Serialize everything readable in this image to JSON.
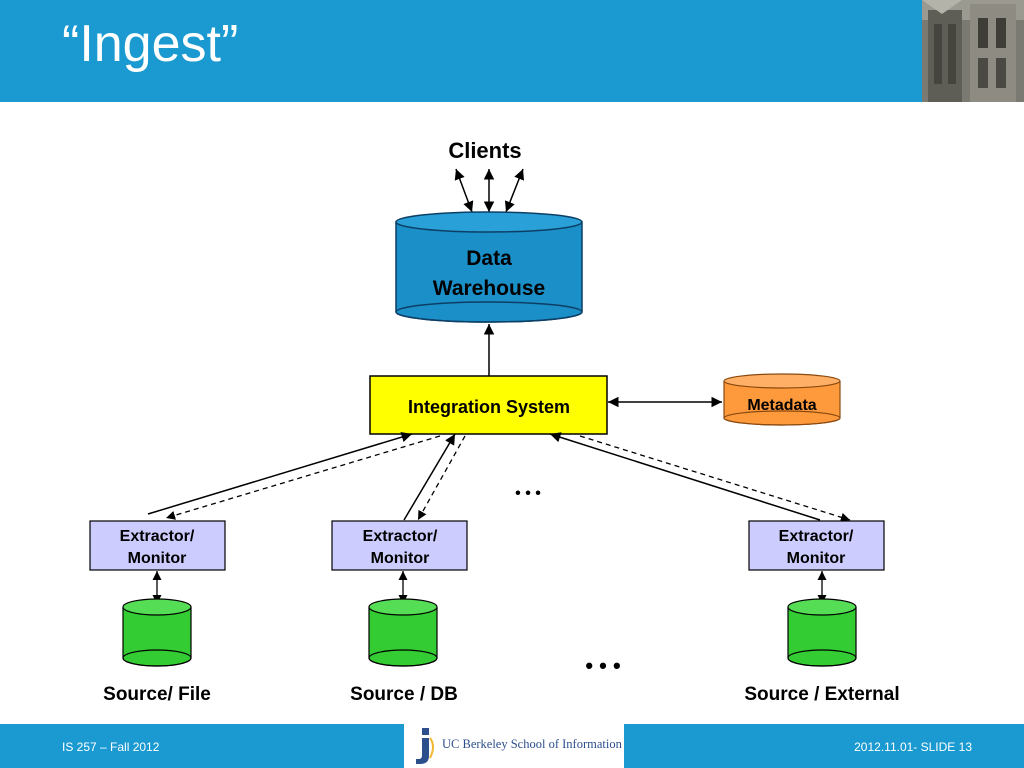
{
  "slide": {
    "title": "“Ingest”",
    "footer_left": "IS 257 – Fall 2012",
    "footer_right": "2012.11.01- SLIDE 13",
    "logo_text": "UC Berkeley School of Information"
  },
  "diagram": {
    "clients": "Clients",
    "warehouse_line1": "Data",
    "warehouse_line2": "Warehouse",
    "integration": "Integration System",
    "metadata": "Metadata",
    "extractor_line1": "Extractor/",
    "extractor_line2": "Monitor",
    "ellipsis": "• • •",
    "sources": [
      "Source/ File",
      "Source / DB",
      "Source / External"
    ]
  },
  "colors": {
    "header_blue": "#1a9ad0",
    "warehouse_blue": "#1b8fc8",
    "integration_yellow": "#ffff00",
    "metadata_orange": "#ff9a3c",
    "extractor_lavender": "#ccccff",
    "source_green": "#33cc33"
  }
}
